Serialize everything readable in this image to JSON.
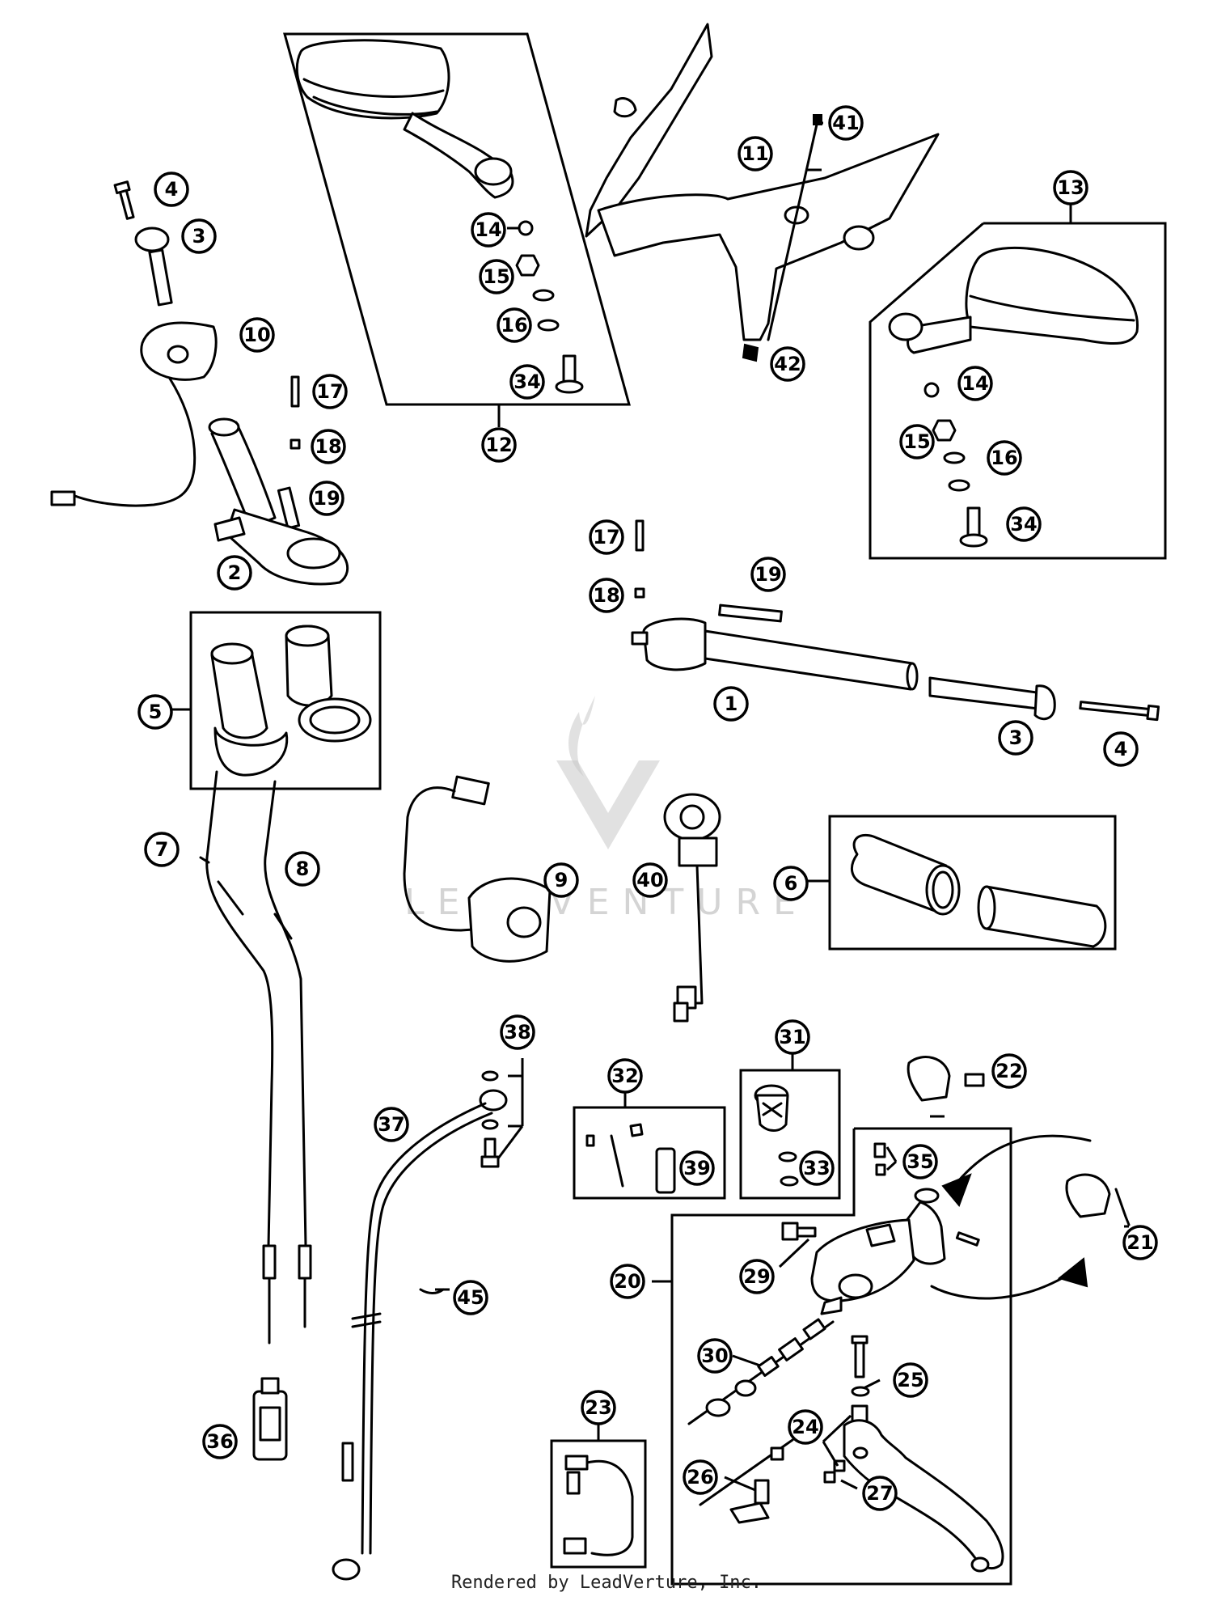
{
  "watermark": {
    "text": "LEADVENTURE"
  },
  "credit": "Rendered by LeadVerture, Inc.",
  "callouts": [
    {
      "id": "c1",
      "label": "1"
    },
    {
      "id": "c2",
      "label": "2"
    },
    {
      "id": "c3a",
      "label": "3"
    },
    {
      "id": "c3b",
      "label": "3"
    },
    {
      "id": "c4a",
      "label": "4"
    },
    {
      "id": "c4b",
      "label": "4"
    },
    {
      "id": "c5",
      "label": "5"
    },
    {
      "id": "c6",
      "label": "6"
    },
    {
      "id": "c7",
      "label": "7"
    },
    {
      "id": "c8",
      "label": "8"
    },
    {
      "id": "c9",
      "label": "9"
    },
    {
      "id": "c10",
      "label": "10"
    },
    {
      "id": "c11",
      "label": "11"
    },
    {
      "id": "c12",
      "label": "12"
    },
    {
      "id": "c13",
      "label": "13"
    },
    {
      "id": "c14a",
      "label": "14"
    },
    {
      "id": "c14b",
      "label": "14"
    },
    {
      "id": "c15a",
      "label": "15"
    },
    {
      "id": "c15b",
      "label": "15"
    },
    {
      "id": "c16a",
      "label": "16"
    },
    {
      "id": "c16b",
      "label": "16"
    },
    {
      "id": "c17a",
      "label": "17"
    },
    {
      "id": "c17b",
      "label": "17"
    },
    {
      "id": "c18a",
      "label": "18"
    },
    {
      "id": "c18b",
      "label": "18"
    },
    {
      "id": "c19a",
      "label": "19"
    },
    {
      "id": "c19b",
      "label": "19"
    },
    {
      "id": "c20",
      "label": "20"
    },
    {
      "id": "c21",
      "label": "21"
    },
    {
      "id": "c22",
      "label": "22"
    },
    {
      "id": "c23",
      "label": "23"
    },
    {
      "id": "c24",
      "label": "24"
    },
    {
      "id": "c25",
      "label": "25"
    },
    {
      "id": "c26",
      "label": "26"
    },
    {
      "id": "c27",
      "label": "27"
    },
    {
      "id": "c29",
      "label": "29"
    },
    {
      "id": "c30",
      "label": "30"
    },
    {
      "id": "c31",
      "label": "31"
    },
    {
      "id": "c32",
      "label": "32"
    },
    {
      "id": "c33",
      "label": "33"
    },
    {
      "id": "c34a",
      "label": "34"
    },
    {
      "id": "c34b",
      "label": "34"
    },
    {
      "id": "c35",
      "label": "35"
    },
    {
      "id": "c36",
      "label": "36"
    },
    {
      "id": "c37",
      "label": "37"
    },
    {
      "id": "c38",
      "label": "38"
    },
    {
      "id": "c39",
      "label": "39"
    },
    {
      "id": "c40",
      "label": "40"
    },
    {
      "id": "c41",
      "label": "41"
    },
    {
      "id": "c42",
      "label": "42"
    },
    {
      "id": "c45",
      "label": "45"
    }
  ]
}
